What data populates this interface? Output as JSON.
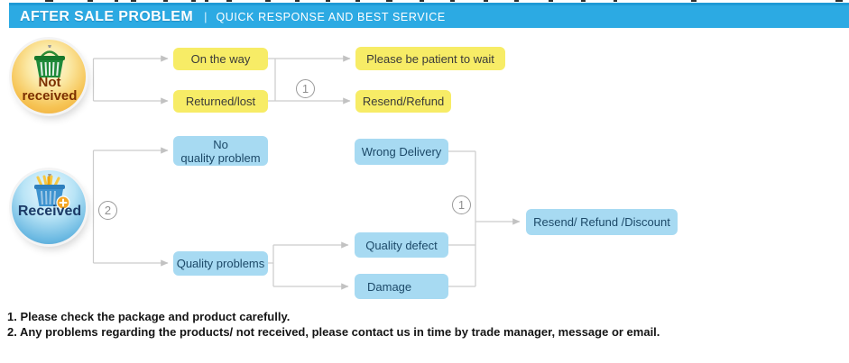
{
  "banner": {
    "title": "AFTER SALE PROBLEM",
    "separator": "|",
    "subtitle": "QUICK RESPONSE AND BEST SERVICE",
    "bg_color": "#2CAAE3",
    "top_stripe_color": "#1E9AD6"
  },
  "flow": {
    "sources": {
      "not_received": {
        "line1": "Not",
        "line2": "received",
        "icon": "green-shopping-basket-icon",
        "text_color": "#7B2F00"
      },
      "received": {
        "label": "Received",
        "icon": "blue-shopping-basket-icon",
        "text_color": "#1B3A66"
      }
    },
    "boxes": {
      "on_the_way": "On the way",
      "returned_lost": "Returned/lost",
      "patient_wait": "Please be patient to wait",
      "resend_refund": "Resend/Refund",
      "no_quality_problem_line1": "No",
      "no_quality_problem_line2": "quality problem",
      "quality_problems": "Quality problems",
      "wrong_delivery": "Wrong Delivery",
      "quality_defect": "Quality defect",
      "damage": "Damage",
      "resend_refund_discount": "Resend/ Refund /Discount"
    },
    "step_markers": {
      "one_a": "1",
      "two": "2",
      "one_b": "1"
    },
    "colors": {
      "yellow_box": "#F7EC66",
      "blue_box": "#A7DAF2",
      "connector_line": "#CCCCCC"
    }
  },
  "notes": [
    "1. Please check the package and product carefully.",
    "2. Any problems regarding the products/ not received, please contact us in time by trade manager, message or email."
  ]
}
